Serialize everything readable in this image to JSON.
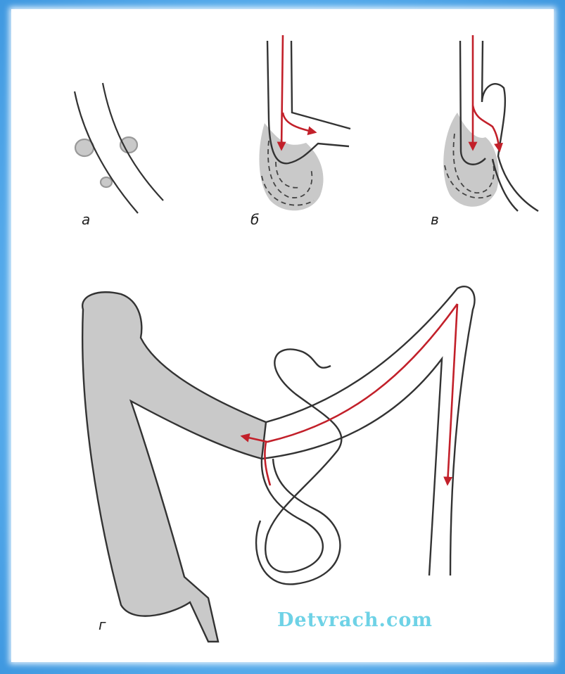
{
  "labels": {
    "a": "а",
    "b": "б",
    "v": "в",
    "g": "г"
  },
  "watermark": "Detvrach.com",
  "colors": {
    "background": "#4ea6e8",
    "panel": "#ffffff",
    "shading": "#c9c9c9",
    "outline": "#333333",
    "flow_arrow": "#c2202a",
    "watermark": "#6ed2e6"
  }
}
